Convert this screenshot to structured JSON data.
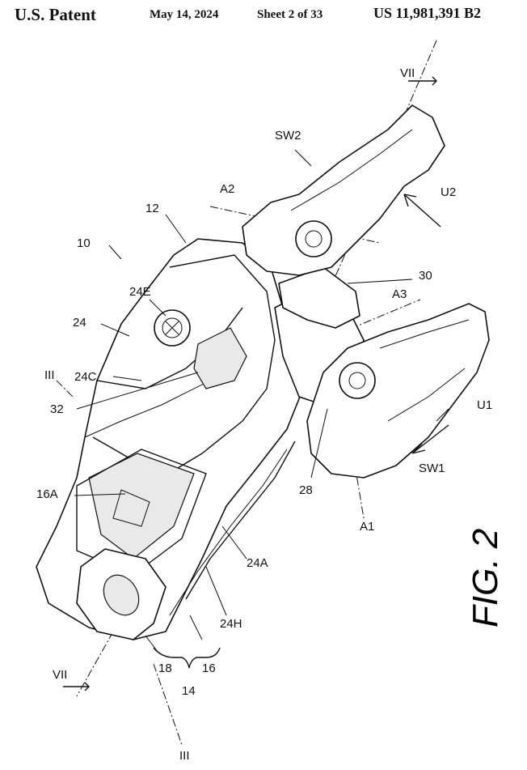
{
  "header": {
    "title": "U.S. Patent",
    "date": "May 14, 2024",
    "sheet": "Sheet 2 of 33",
    "patent_number": "US 11,981,391 B2"
  },
  "figure": {
    "caption": "FIG. 2",
    "labels": {
      "n10": "10",
      "n12": "12",
      "n14": "14",
      "n16": "16",
      "n16A": "16A",
      "n18": "18",
      "n24": "24",
      "n24A": "24A",
      "n24C": "24C",
      "n24E": "24E",
      "n24H": "24H",
      "n28": "28",
      "n30": "30",
      "n32": "32",
      "A1": "A1",
      "A2": "A2",
      "A3": "A3",
      "SW1": "SW1",
      "SW2": "SW2",
      "U1": "U1",
      "U2": "U2",
      "VII_top": "VII",
      "VII_bottom": "VII",
      "III_top": "III",
      "III_bottom": "III"
    }
  }
}
